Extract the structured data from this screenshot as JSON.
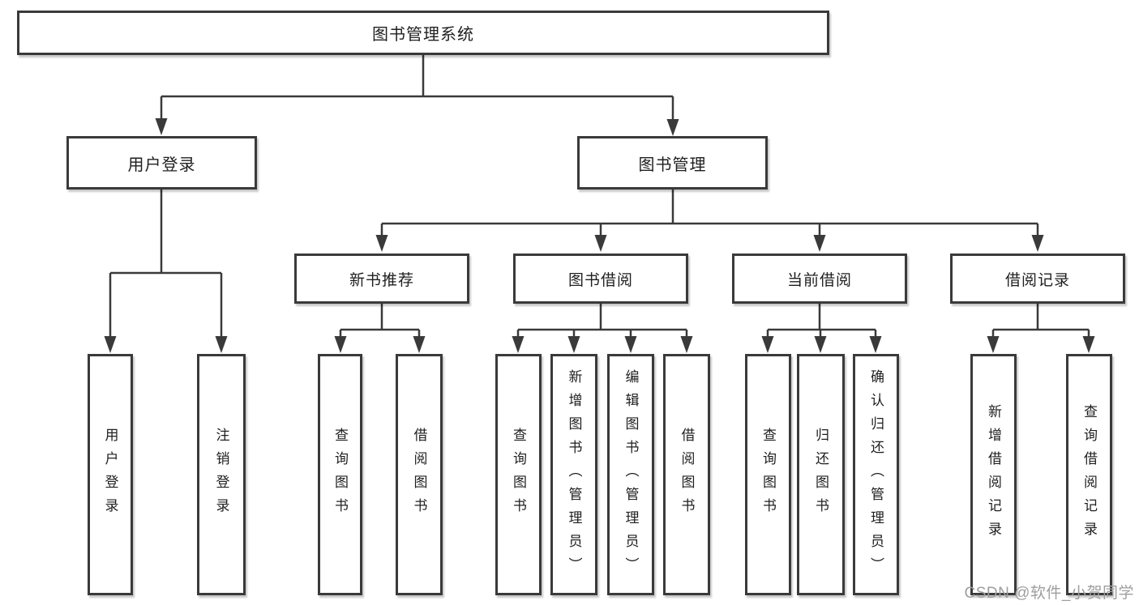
{
  "colors": {
    "line": "#3a3a3a",
    "text": "#1f1f1f",
    "watermark": "#9e9e9e",
    "background": "#ffffff"
  },
  "watermark": {
    "text": "CSDN @软件_小贺同学"
  },
  "tree": {
    "root": {
      "label": "图书管理系统",
      "children": [
        {
          "label": "用户登录",
          "children": [
            {
              "label": "用户登录"
            },
            {
              "label": "注销登录"
            }
          ]
        },
        {
          "label": "图书管理",
          "children": [
            {
              "label": "新书推荐",
              "children": [
                {
                  "label": "查询图书"
                },
                {
                  "label": "借阅图书"
                }
              ]
            },
            {
              "label": "图书借阅",
              "children": [
                {
                  "label": "查询图书"
                },
                {
                  "label": "新增图书（管理员）"
                },
                {
                  "label": "编辑图书（管理员）"
                },
                {
                  "label": "借阅图书"
                }
              ]
            },
            {
              "label": "当前借阅",
              "children": [
                {
                  "label": "查询图书"
                },
                {
                  "label": "归还图书"
                },
                {
                  "label": "确认归还（管理员）"
                }
              ]
            },
            {
              "label": "借阅记录",
              "children": [
                {
                  "label": "新增借阅记录"
                },
                {
                  "label": "查询借阅记录"
                }
              ]
            }
          ]
        }
      ]
    }
  }
}
